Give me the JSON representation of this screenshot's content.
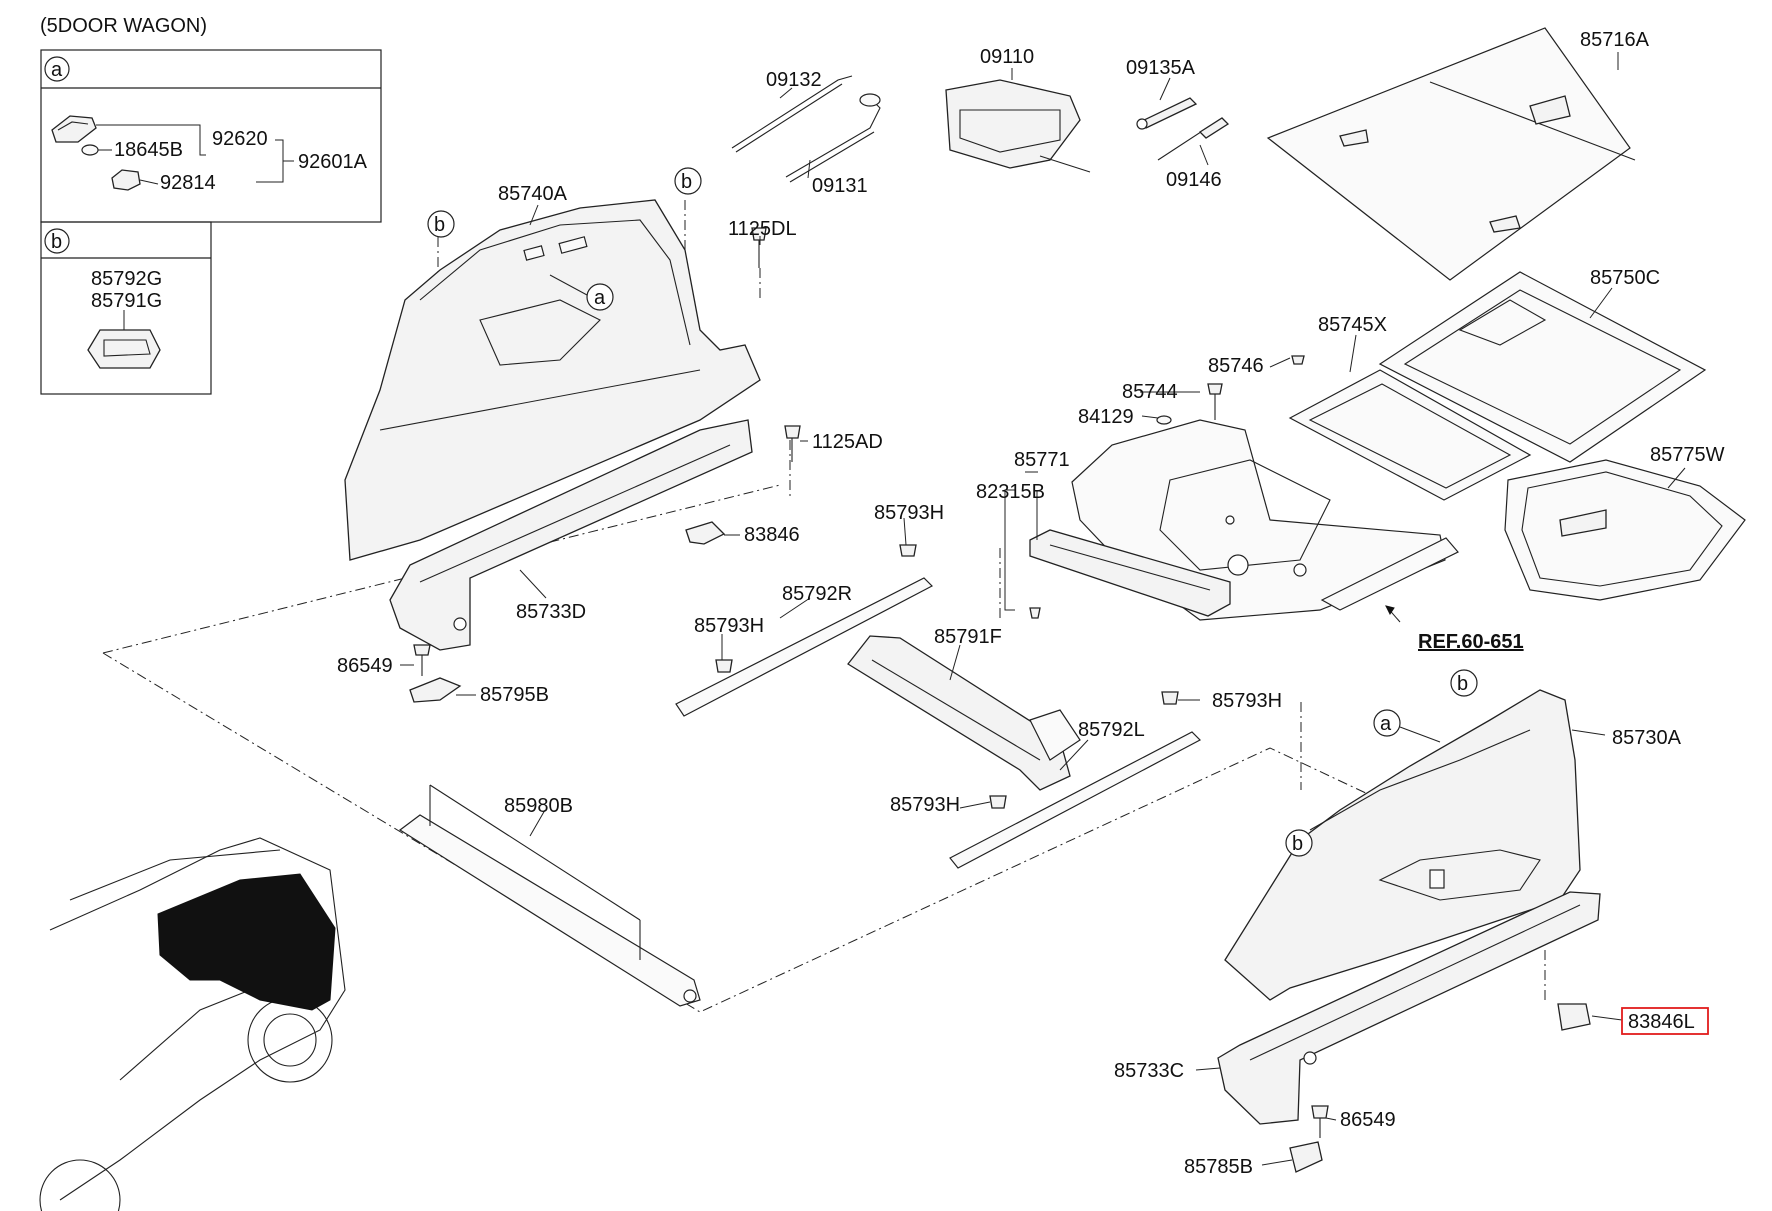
{
  "header": {
    "title": "(5DOOR WAGON)"
  },
  "inset_a": {
    "circle": "a",
    "labels": [
      "18645B",
      "92620",
      "92814",
      "92601A"
    ]
  },
  "inset_b": {
    "circle": "b",
    "labels": [
      "85792G",
      "85791G"
    ]
  },
  "callouts": {
    "p09132": "09132",
    "p09131": "09131",
    "p09110": "09110",
    "p09135A": "09135A",
    "p09146": "09146",
    "p85716A": "85716A",
    "p85740A": "85740A",
    "p1125DL": "1125DL",
    "p1125AD": "1125AD",
    "p83846": "83846",
    "p85733D": "85733D",
    "p86549a": "86549",
    "p85795B": "85795B",
    "p85793H1": "85793H",
    "p85792R": "85792R",
    "p85793H2": "85793H",
    "p85791F": "85791F",
    "p85793H3": "85793H",
    "p85792L": "85792L",
    "p85793H4": "85793H",
    "p85771": "85771",
    "p82315B": "82315B",
    "p84129": "84129",
    "p85744": "85744",
    "p85746": "85746",
    "p85745X": "85745X",
    "p85750C": "85750C",
    "p85775W": "85775W",
    "pREF": "REF.60-651",
    "p85980B": "85980B",
    "p85730A": "85730A",
    "p83846L": "83846L",
    "p85733C": "85733C",
    "p86549b": "86549",
    "p85785B": "85785B"
  },
  "circles": {
    "a": "a",
    "b": "b"
  },
  "colors": {
    "highlight": "#e21c1c",
    "line": "#222222",
    "vehicle_fill": "#111111"
  }
}
